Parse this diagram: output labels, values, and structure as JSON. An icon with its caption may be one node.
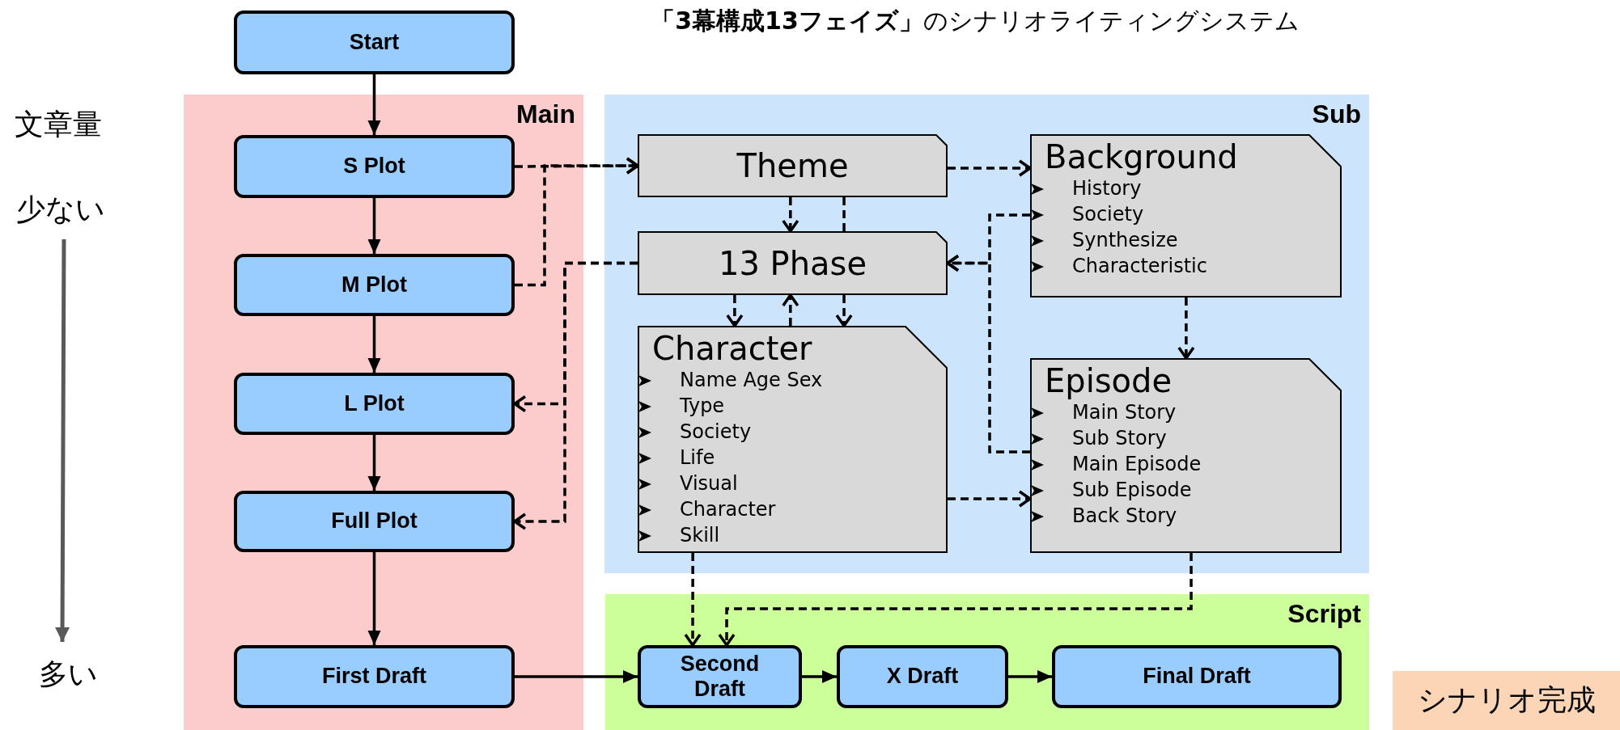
{
  "diagram": {
    "title": "**「3幕構成13フェイズ」**のシナリオライティングシステム",
    "nodes": [
      {
        "text": [
          "Start"
        ]
      },
      {
        "text": [
          "Main"
        ]
      },
      {
        "text": [
          "S Plot"
        ],
        "in": 1
      },
      {
        "text": [
          "M Plot"
        ],
        "in": 1
      },
      {
        "text": [
          "L Plot"
        ],
        "in": 1
      },
      {
        "text": [
          "Full Plot"
        ],
        "in": 1
      },
      {
        "text": [
          "First Draft"
        ],
        "in": 1
      },
      {
        "text": [
          "Sub"
        ]
      },
      {
        "text": [
          "Theme"
        ],
        "in": 7
      },
      {
        "text": [
          "13 Phase"
        ],
        "in": 7
      },
      {
        "text": [
          "Character",
          "Name Age Sex",
          "Type",
          "Society",
          "Life",
          "Visual",
          "Character",
          "Skill"
        ],
        "in": 7
      },
      {
        "text": [
          "Background",
          "History",
          "Society",
          "Synthesize",
          "Characteristic"
        ],
        "in": 7
      },
      {
        "text": [
          "Episode",
          "Main Story",
          "Sub Story",
          "Main Episode",
          "Sub Episode",
          "Back Story"
        ],
        "in": 7
      },
      {
        "text": [
          "Script"
        ]
      },
      {
        "text": [
          "Second Draft"
        ],
        "in": 13
      },
      {
        "text": [
          "X Draft"
        ],
        "in": 13
      },
      {
        "text": [
          "Final Draft"
        ],
        "in": 13
      },
      {
        "text": [
          "シナリオ完成"
        ]
      }
    ],
    "edges": [
      {
        "from": 0,
        "to": 2,
        "arrow": "to"
      },
      {
        "from": 2,
        "to": 3,
        "arrow": "to"
      },
      {
        "from": 3,
        "to": 4,
        "arrow": "to"
      },
      {
        "from": 4,
        "to": 5,
        "arrow": "to"
      },
      {
        "from": 5,
        "to": 6,
        "arrow": "to"
      },
      {
        "from": 2,
        "to": 8,
        "arrow": "to",
        "style": "dashed"
      },
      {
        "from": 3,
        "to": 8,
        "arrow": "to",
        "style": "dashed"
      },
      {
        "from": 9,
        "to": 4,
        "arrow": "to",
        "style": "dashed"
      },
      {
        "from": 9,
        "to": 5,
        "arrow": "to",
        "style": "dashed"
      },
      {
        "from": 8,
        "to": 9,
        "arrow": "to",
        "style": "dashed"
      },
      {
        "from": 8,
        "to": 9,
        "arrow": "none",
        "style": "dashed"
      },
      {
        "from": 9,
        "to": 10,
        "arrow": "to",
        "style": "dashed"
      },
      {
        "from": 10,
        "to": 9,
        "arrow": "to",
        "style": "dashed"
      },
      {
        "from": 9,
        "to": 10,
        "arrow": "to",
        "style": "dashed"
      },
      {
        "from": 8,
        "to": 11,
        "arrow": "to",
        "style": "dashed"
      },
      {
        "from": 11,
        "to": 9,
        "arrow": "to",
        "style": "dashed"
      },
      {
        "from": 12,
        "to": 9,
        "arrow": "to",
        "style": "dashed"
      },
      {
        "from": 11,
        "to": 12,
        "arrow": "to",
        "style": "dashed"
      },
      {
        "from": 10,
        "to": 12,
        "arrow": "to",
        "style": "dashed"
      },
      {
        "from": 10,
        "to": 14,
        "arrow": "to",
        "style": "dashed"
      },
      {
        "from": 12,
        "to": 14,
        "arrow": "to",
        "style": "dashed"
      },
      {
        "from": 6,
        "to": 14,
        "arrow": "to"
      },
      {
        "from": 14,
        "to": 15,
        "arrow": "to"
      },
      {
        "from": 15,
        "to": 16,
        "arrow": "to"
      }
    ],
    "labels": [
      "文章量",
      "少ない",
      "多い"
    ]
  }
}
